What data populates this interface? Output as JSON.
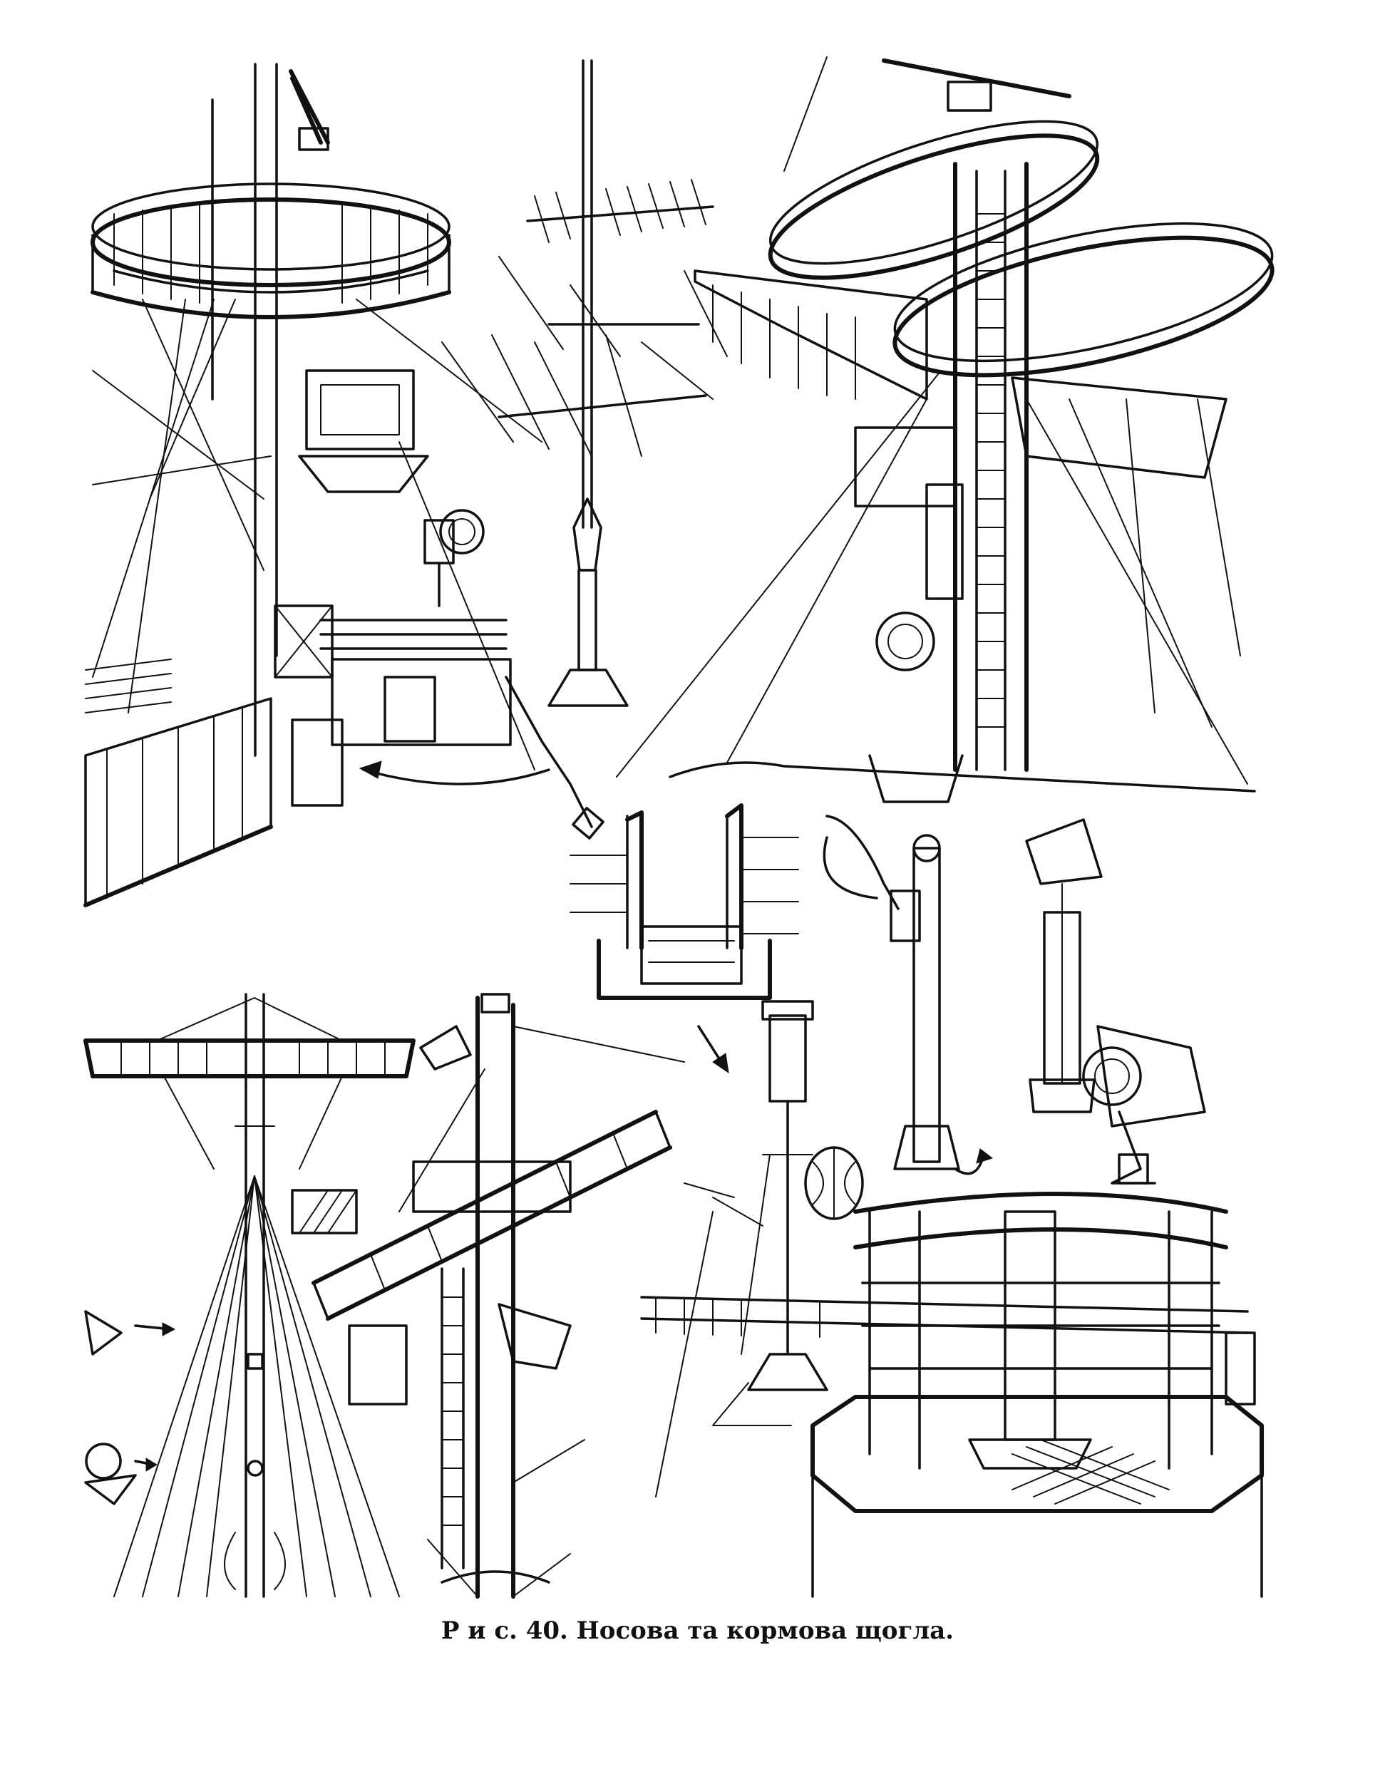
{
  "caption": "Р и с. 40. Носова та кормова щогла.",
  "colors": {
    "ink": "#111111",
    "paper": "#ffffff"
  },
  "panels": [
    {
      "key": "fore-mast-platform",
      "icon": "mast-platform-icon"
    },
    {
      "key": "antenna-mast",
      "icon": "antenna-icon"
    },
    {
      "key": "aft-mast-ladder",
      "icon": "mast-ladder-icon"
    },
    {
      "key": "companion-ladder",
      "icon": "ladder-icon"
    },
    {
      "key": "lamp-posts",
      "icon": "lamp-icon"
    },
    {
      "key": "mast-yard",
      "icon": "yard-icon"
    },
    {
      "key": "crosstree",
      "icon": "crosstree-icon"
    },
    {
      "key": "searchlight-platform",
      "icon": "searchlight-icon"
    }
  ]
}
